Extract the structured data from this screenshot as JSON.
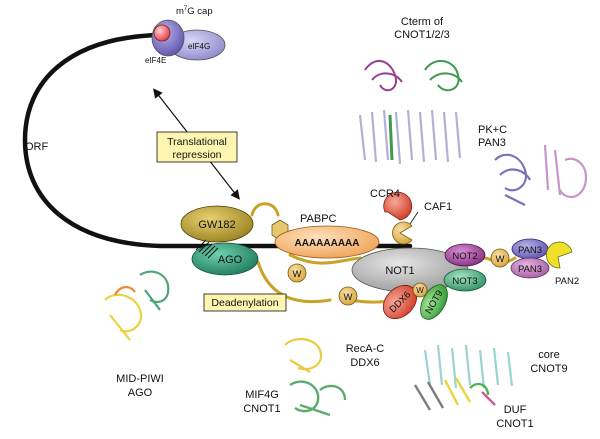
{
  "cap": {
    "cap_prefix": "m",
    "cap_sup": "7",
    "cap_suffix": "G cap",
    "eif4g": "eIF4G",
    "eif4e": "eIF4E"
  },
  "orf_label": "ORF",
  "boxes": {
    "translational_line1": "Translational",
    "translational_line2": "repression",
    "deadenylation": "Deadenylation"
  },
  "complex": {
    "gw182": "GW182",
    "ago": "AGO",
    "pabpc": "PABPC",
    "polya": "AAAAAAAAA",
    "ccr4": "CCR4",
    "caf1": "CAF1",
    "not1": "NOT1",
    "not2": "NOT2",
    "not3": "NOT3",
    "not9": "NOT9",
    "ddx6": "DDX6",
    "pan3_top": "PAN3",
    "pan3_bottom": "PAN3",
    "pan2": "PAN2",
    "w": "W"
  },
  "structures": {
    "cterm_line1": "Cterm of",
    "cterm_line2": "CNOT1/2/3",
    "pkc_line1": "PK+C",
    "pkc_line2": "PAN3",
    "midpiwi_line1": "MID-PIWI",
    "midpiwi_line2": "AGO",
    "reca_line1": "RecA-C",
    "reca_line2": "DDX6",
    "mif4g_line1": "MIF4G",
    "mif4g_line2": "CNOT1",
    "core_line1": "core",
    "core_line2": "CNOT9",
    "duf_line1": "DUF",
    "duf_line2": "CNOT1"
  },
  "colors": {
    "mrna": "#111111",
    "linker": "#c9a227",
    "gw182": "#b29a2a",
    "ago": "#2e9d7a",
    "pabpc": "#f2b06a",
    "not1": "#bdbdbd",
    "not2": "#a0399a",
    "not3": "#3fa776",
    "not9": "#4fb44f",
    "ddx6": "#e5533d",
    "pan3": "#7a6fc0",
    "pan2": "#f1e02a",
    "ccr4": "#e2352c",
    "caf1": "#f5b81c",
    "eif4g": "#9f9ad6",
    "eif4e": "#7f79c4",
    "box_fill": "#fdf5b0"
  }
}
